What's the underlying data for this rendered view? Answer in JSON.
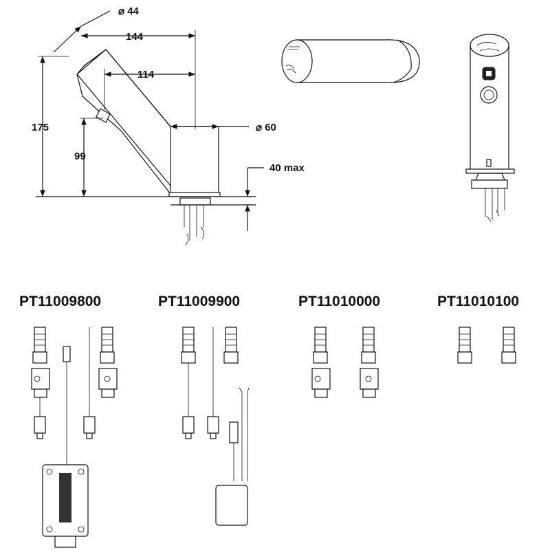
{
  "dimensions": {
    "spout_diameter": "⌀ 44",
    "reach": "144",
    "outlet_reach": "114",
    "height": "175",
    "outlet_height": "99",
    "base_diameter": "⌀ 60",
    "deck_thickness": "40 max"
  },
  "variants": [
    {
      "code": "PT11009800"
    },
    {
      "code": "PT11009900"
    },
    {
      "code": "PT11010000"
    },
    {
      "code": "PT11010100"
    }
  ]
}
